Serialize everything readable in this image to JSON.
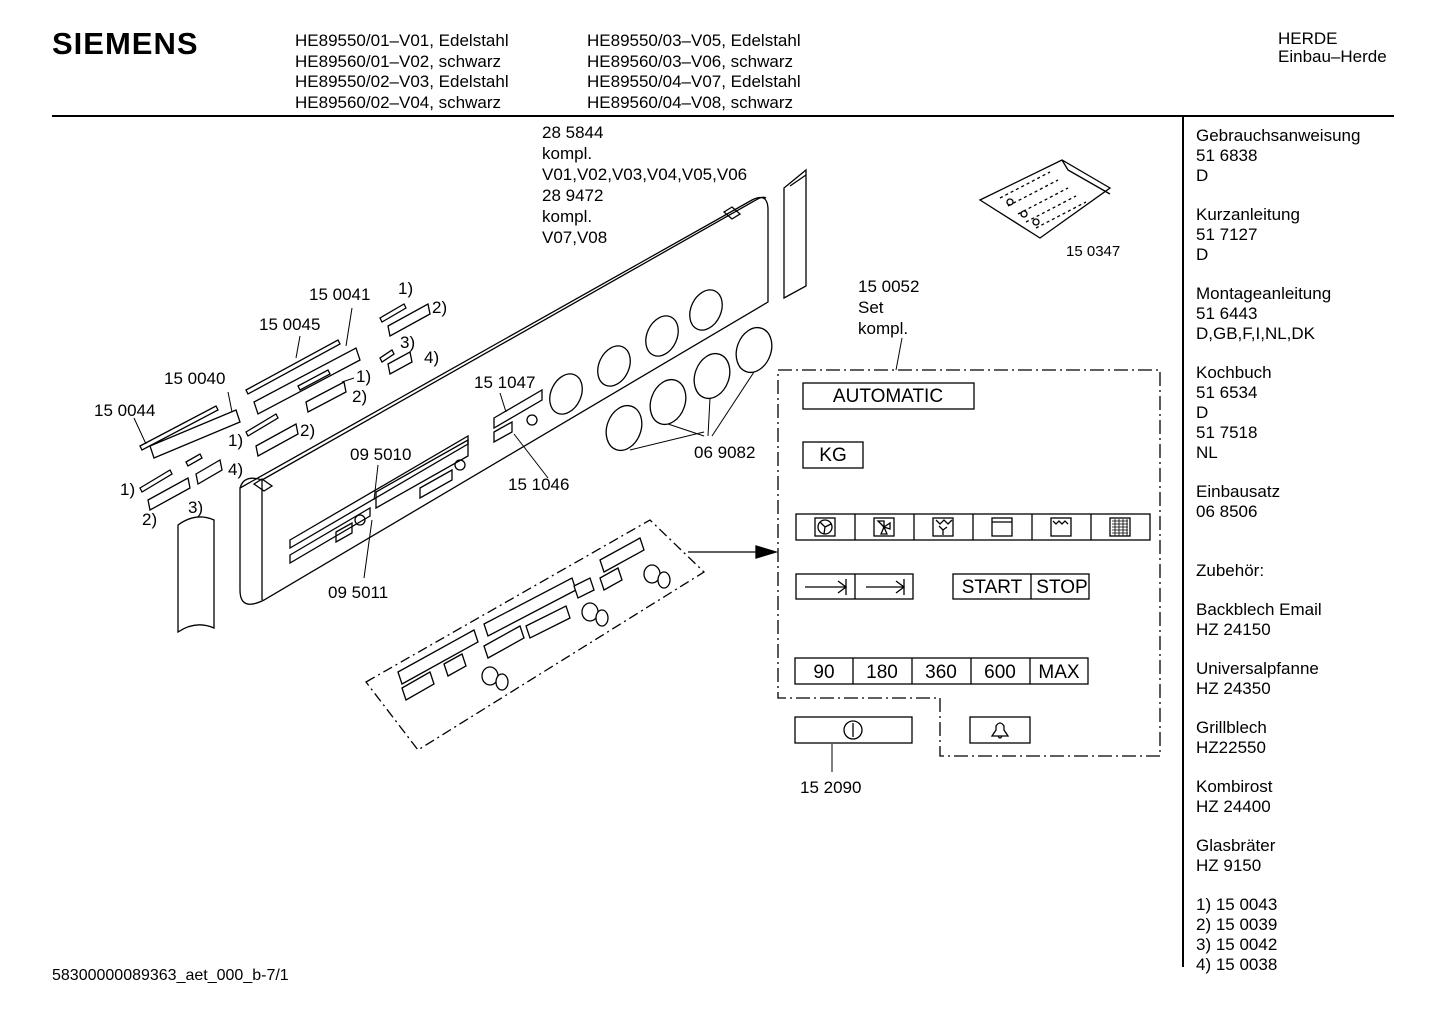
{
  "header": {
    "brand": "SIEMENS",
    "models_col1": [
      "HE89550/01–V01, Edelstahl",
      "HE89560/01–V02, schwarz",
      "HE89550/02–V03, Edelstahl",
      "HE89560/02–V04, schwarz"
    ],
    "models_col2": [
      "HE89550/03–V05, Edelstahl",
      "HE89560/03–V06, schwarz",
      "HE89550/04–V07, Edelstahl",
      "HE89560/04–V08, schwarz"
    ],
    "category": [
      "HERDE",
      "Einbau–Herde"
    ]
  },
  "sidebar": [
    [
      "Gebrauchsanweisung",
      "51 6838",
      "D"
    ],
    [
      "Kurzanleitung",
      "51 7127",
      "D"
    ],
    [
      "Montageanleitung",
      "51 6443",
      "D,GB,F,I,NL,DK"
    ],
    [
      "Kochbuch",
      "51 6534",
      "D",
      "51 7518",
      "NL"
    ],
    [
      "Einbausatz",
      "06 8506"
    ],
    [
      "Zubehör:"
    ],
    [
      "Backblech Email",
      "HZ 24150"
    ],
    [
      "Universalpfanne",
      "HZ 24350"
    ],
    [
      "Grillblech",
      "HZ22550"
    ],
    [
      "Kombirost",
      "HZ 24400"
    ],
    [
      "Glasbräter",
      "HZ 9150"
    ],
    [
      "1) 15 0043",
      "2) 15 0039",
      "3) 15 0042",
      "4) 15 0038"
    ]
  ],
  "footer": "58300000089363_aet_000_b-7/1",
  "parts": {
    "panel_block": [
      "28 5844",
      "kompl.",
      "V01,V02,V03,V04,V05,V06",
      "28 9472",
      "kompl.",
      "V07,V08"
    ],
    "p150347": "15 0347",
    "p150052": [
      "15 0052",
      "Set",
      "kompl."
    ],
    "p150041": "15 0041",
    "p150045": "15 0045",
    "p150040": "15 0040",
    "p150044": "15 0044",
    "p151047": "15 1047",
    "p151046": "15 1046",
    "p095010": "09 5010",
    "p095011": "09 5011",
    "p069082": "06 9082",
    "p152090": "15 2090",
    "n1": "1)",
    "n2": "2)",
    "n3": "3)",
    "n4": "4)"
  },
  "symbols": {
    "automatic": "AUTOMATIC",
    "kg": "KG",
    "start": "START",
    "stop": "STOP",
    "times": [
      "90",
      "180",
      "360",
      "600",
      "MAX"
    ]
  }
}
